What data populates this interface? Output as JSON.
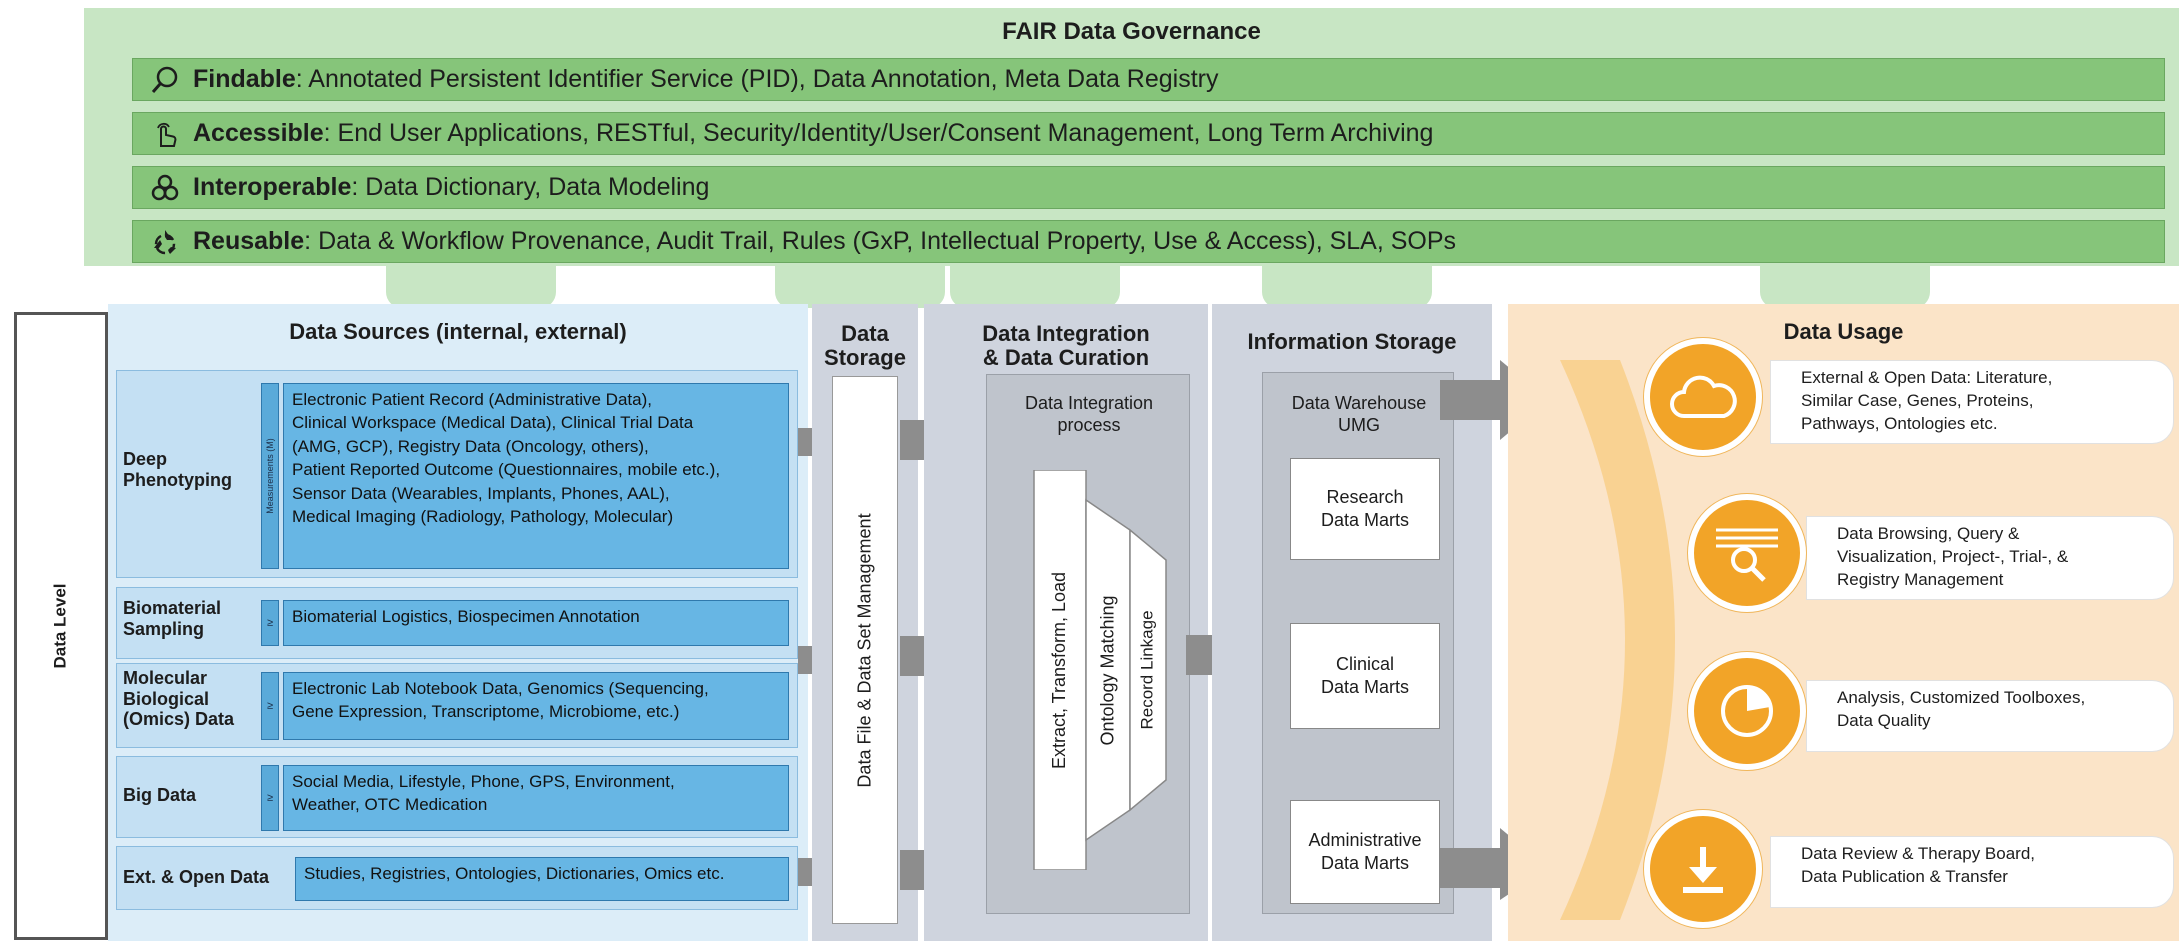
{
  "fair": {
    "title": "FAIR Data Governance",
    "rows": [
      {
        "term": "Findable",
        "rest": ": Annotated Persistent Identifier Service (PID), Data Annotation, Meta Data Registry",
        "icon": "magnifier-icon"
      },
      {
        "term": "Accessible",
        "rest": ": End User Applications, RESTful, Security/Identity/User/Consent Management, Long Term Archiving",
        "icon": "touch-hand-icon"
      },
      {
        "term": "Interoperable",
        "rest": ": Data Dictionary, Data Modeling",
        "icon": "linked-circles-icon"
      },
      {
        "term": "Reusable",
        "rest": ": Data & Workflow Provenance, Audit Trail, Rules (GxP, Intellectual Property, Use & Access), SLA, SOPs",
        "icon": "recycle-icon"
      }
    ]
  },
  "data_level": "Data Level",
  "sources": {
    "title": "Data Sources (internal, external)",
    "groups": [
      {
        "label": "Deep\nPhenotyping",
        "icon": "Measurements (M)",
        "text": "Electronic Patient Record (Administrative Data),\nClinical Workspace (Medical Data), Clinical Trial Data\n(AMG, GCP), Registry Data (Oncology, others),\nPatient Reported Outcome (Questionnaires, mobile etc.),\nSensor Data (Wearables, Implants, Phones, AAL),\nMedical Imaging (Radiology, Pathology, Molecular)"
      },
      {
        "label": "Biomaterial\nSampling",
        "icon": "≥",
        "text": "Biomaterial Logistics, Biospecimen Annotation"
      },
      {
        "label": "Molecular\nBiological\n(Omics) Data",
        "icon": "≥",
        "text": "Electronic Lab Notebook Data, Genomics (Sequencing,\nGene Expression, Transcriptome, Microbiome, etc.)"
      },
      {
        "label": "Big Data",
        "icon": "≥",
        "text": "Social Media, Lifestyle, Phone, GPS, Environment,\nWeather, OTC Medication"
      },
      {
        "label": "Ext. & Open Data",
        "icon": "",
        "text": "Studies, Registries, Ontologies, Dictionaries, Omics etc."
      }
    ]
  },
  "storage": {
    "title": "Data\nStorage",
    "inner": "Data File & Data Set Management"
  },
  "integration": {
    "title": "Data Integration\n& Data Curation",
    "process": "Data Integration\nprocess",
    "steps": [
      "Extract, Transform, Load",
      "Ontology Matching",
      "Record Linkage"
    ]
  },
  "info_storage": {
    "title": "Information Storage",
    "warehouse": "Data Warehouse\nUMG",
    "marts": [
      "Research\nData Marts",
      "Clinical\nData Marts",
      "Administrative\nData Marts"
    ]
  },
  "usage": {
    "title": "Data Usage",
    "items": [
      {
        "icon": "cloud-icon",
        "text": "External & Open Data: Literature,\nSimilar Case, Genes, Proteins,\nPathways, Ontologies etc."
      },
      {
        "icon": "data-search-icon",
        "text": "Data Browsing, Query &\nVisualization, Project-, Trial-, &\nRegistry Management"
      },
      {
        "icon": "pie-chart-icon",
        "text": "Analysis, Customized Toolboxes,\nData Quality"
      },
      {
        "icon": "download-icon",
        "text": "Data Review & Therapy Board,\nData Publication & Transfer"
      }
    ]
  },
  "colors": {
    "fair_bg": "#c8e6c4",
    "fair_row": "#86c57a",
    "source_box": "#67b6e4",
    "column_gray": "#cfd4de",
    "usage_bg": "#fbe4c8",
    "usage_circle": "#f2a428"
  }
}
